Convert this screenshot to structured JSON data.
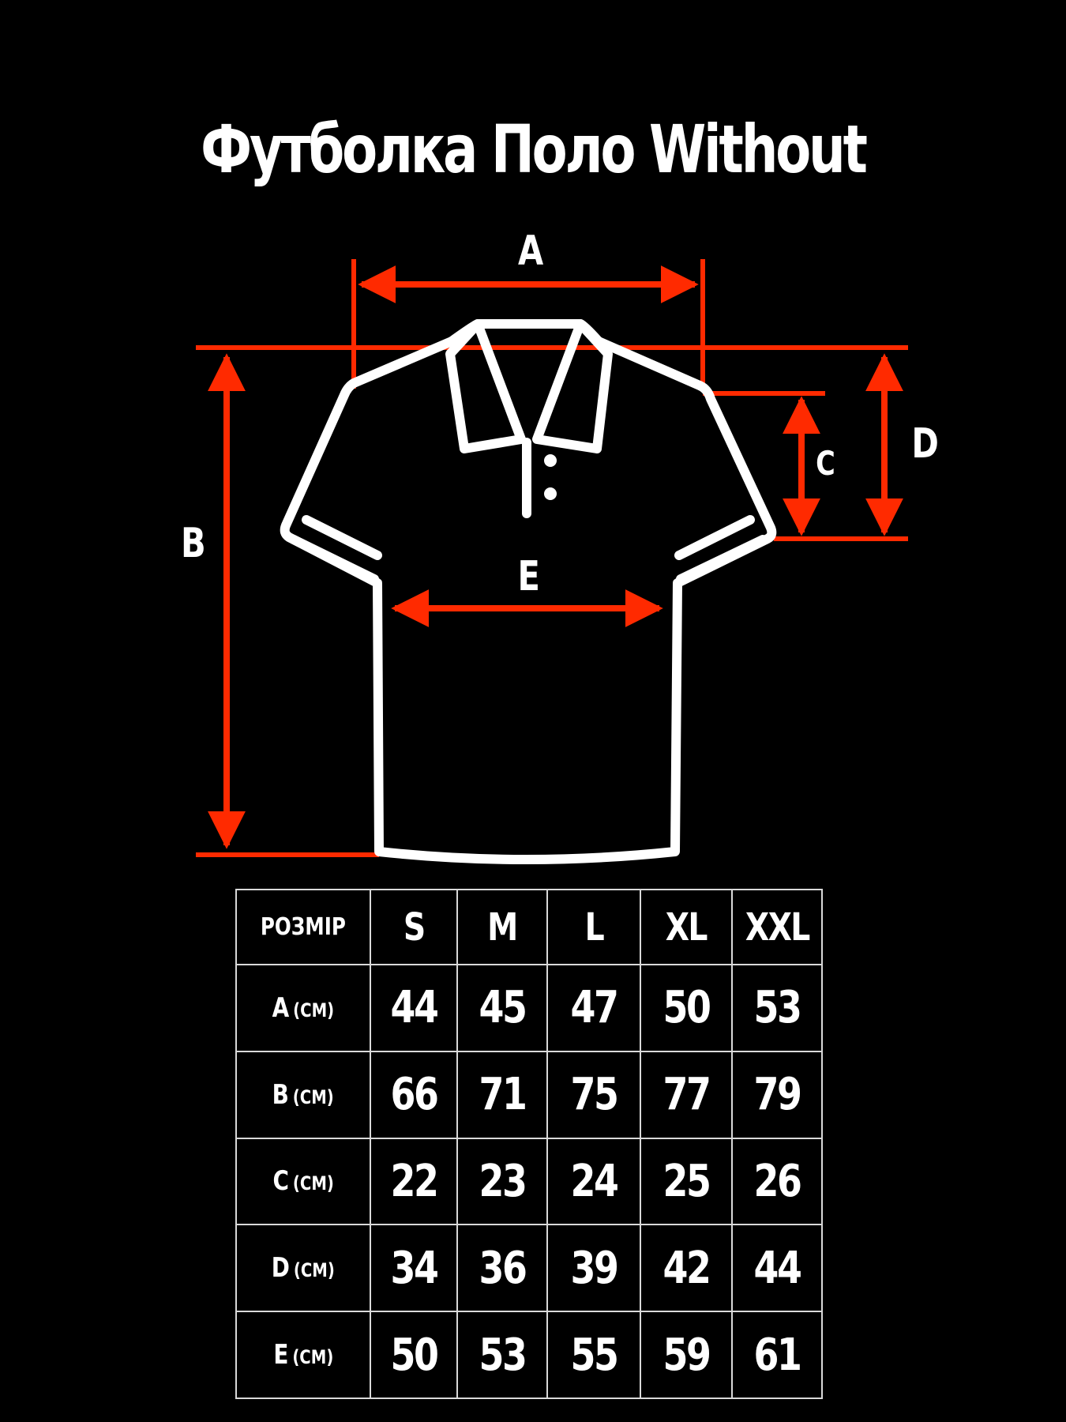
{
  "title": "Футболка Поло Without",
  "colors": {
    "background": "#000000",
    "outline": "#ffffff",
    "dimension": "#ff2a00",
    "grid": "#d9d9d9"
  },
  "diagram": {
    "labels": {
      "a": "A",
      "b": "B",
      "c": "C",
      "d": "D",
      "e": "E"
    }
  },
  "table": {
    "corner": "РОЗМІР",
    "sizes": [
      "S",
      "M",
      "L",
      "XL",
      "XXL"
    ],
    "unit": "(CM)",
    "rows": [
      {
        "label": "A",
        "values": [
          "44",
          "45",
          "47",
          "50",
          "53"
        ]
      },
      {
        "label": "B",
        "values": [
          "66",
          "71",
          "75",
          "77",
          "79"
        ]
      },
      {
        "label": "C",
        "values": [
          "22",
          "23",
          "24",
          "25",
          "26"
        ]
      },
      {
        "label": "D",
        "values": [
          "34",
          "36",
          "39",
          "42",
          "44"
        ]
      },
      {
        "label": "E",
        "values": [
          "50",
          "53",
          "55",
          "59",
          "61"
        ]
      }
    ]
  }
}
